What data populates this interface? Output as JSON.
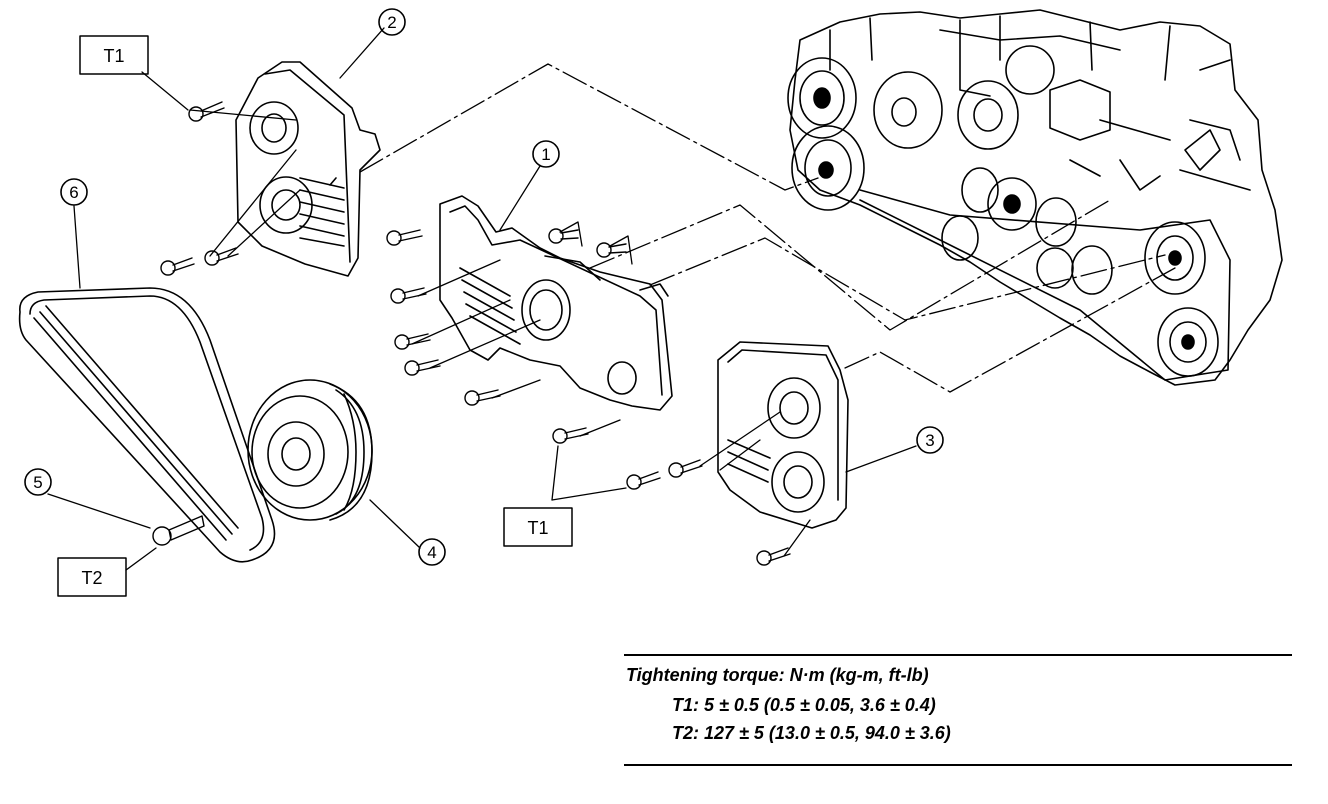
{
  "callouts": [
    "1",
    "2",
    "3",
    "4",
    "5",
    "6"
  ],
  "torque_labels": {
    "t1_top": "T1",
    "t1_mid": "T1",
    "t2": "T2"
  },
  "torque_table": {
    "title": "Tightening torque: N·m (kg-m, ft-lb)",
    "t1": "T1: 5 ± 0.5 (0.5 ± 0.05, 3.6 ± 0.4)",
    "t2": "T2: 127 ± 5 (13.0 ± 0.5, 94.0 ± 3.6)"
  }
}
